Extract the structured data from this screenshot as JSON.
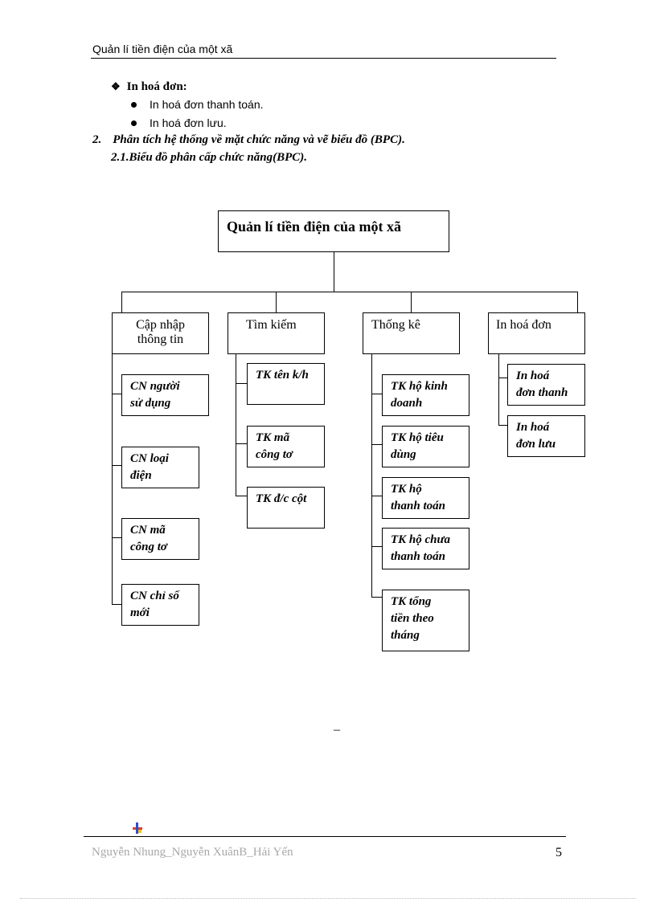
{
  "header": {
    "title": "Quản  lí tiền điện của một xã"
  },
  "section": {
    "heading": "In hoá đơn:",
    "bullets": [
      "In hoá đơn thanh toán.",
      "In hoá đơn lưu."
    ]
  },
  "heading2": {
    "number": "2.",
    "text": "Phân tích hệ thống về mặt chức năng và vẽ  biểu đồ (BPC)."
  },
  "heading3": {
    "text": "2.1.Biểu đồ phân cấp chức năng(BPC)."
  },
  "diagram": {
    "root": "Quản lí tiền điện của một xã",
    "branches": [
      {
        "line1": "Cập nhập",
        "line2": "thông tin",
        "children": [
          [
            "CN người",
            "sử dụng"
          ],
          [
            "CN loại",
            "điện"
          ],
          [
            "CN mã",
            "công tơ"
          ],
          [
            "CN chỉ số",
            "mới"
          ]
        ]
      },
      {
        "line1": "Tìm kiếm",
        "line2": "",
        "children": [
          [
            "TK tên k/h",
            ""
          ],
          [
            "TK mã",
            "công tơ"
          ],
          [
            "TK đ/c cột",
            ""
          ]
        ]
      },
      {
        "line1": "Thống kê",
        "line2": "",
        "children": [
          [
            "TK hộ kinh",
            "doanh"
          ],
          [
            "TK hộ tiêu",
            "dùng"
          ],
          [
            "TK hộ",
            "thanh toán"
          ],
          [
            "TK hộ chưa",
            "thanh toán"
          ],
          [
            "TK tổng",
            "tiền theo",
            "tháng"
          ]
        ]
      },
      {
        "line1": "In hoá đơn",
        "line2": "",
        "children": [
          [
            "In hoá",
            "đơn thanh"
          ],
          [
            "In hoá",
            "đơn lưu"
          ]
        ]
      }
    ]
  },
  "misc": {
    "dash": "–"
  },
  "footer": {
    "names": "Nguyễn  Nhung_Nguyễn  XuânB_Hải  Yến",
    "page": "5"
  }
}
